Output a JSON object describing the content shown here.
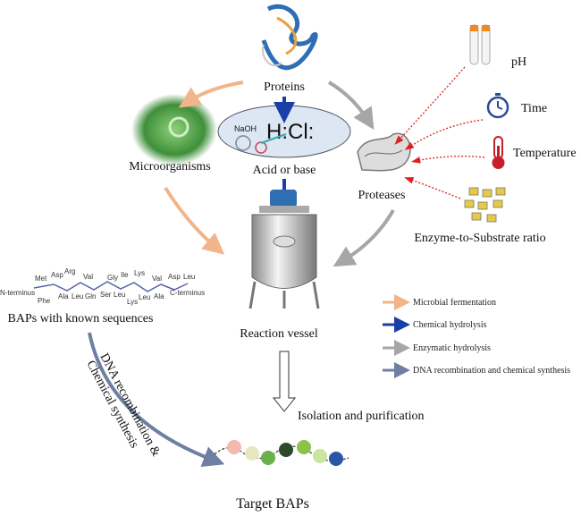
{
  "nodes": {
    "proteins": "Proteins",
    "microorganisms": "Microorganisms",
    "acid_or_base": "Acid or base",
    "proteases": "Proteases",
    "ph": "pH",
    "time": "Time",
    "temperature": "Temperature",
    "enzyme_ratio": "Enzyme-to-Substrate ratio",
    "reaction_vessel": "Reaction vessel",
    "baps_known": "BAPs with known sequences",
    "isolation": "Isolation and purification",
    "target_baps": "Target BAPs",
    "dna_line1": "DNA recombination &",
    "dna_line2": "Chemical synthesis"
  },
  "acid_base_icon": {
    "naoh": "NaOH",
    "hcl": "H:Cl:"
  },
  "peptide": {
    "n_terminus": "N-terminus",
    "c_terminus": "C-terminus",
    "top_residues": [
      "Met",
      "Asp",
      "Arg",
      "Val",
      "Gly",
      "Ile",
      "Lys",
      "Val",
      "Asp",
      "Leu"
    ],
    "bottom_residues": [
      "Phe",
      "Ala",
      "Leu",
      "Gln",
      "Ser",
      "Leu",
      "Lys",
      "Leu",
      "Ala"
    ]
  },
  "legend": [
    {
      "label": "Microbial fermentation",
      "color": "#f2b48a"
    },
    {
      "label": "Chemical hydrolysis",
      "color": "#1a3ea8"
    },
    {
      "label": "Enzymatic hydrolysis",
      "color": "#a6a6a6"
    },
    {
      "label": "DNA recombination and chemical synthesis",
      "color": "#6e7fa3"
    }
  ],
  "factor_arrow_color": "#e02020"
}
